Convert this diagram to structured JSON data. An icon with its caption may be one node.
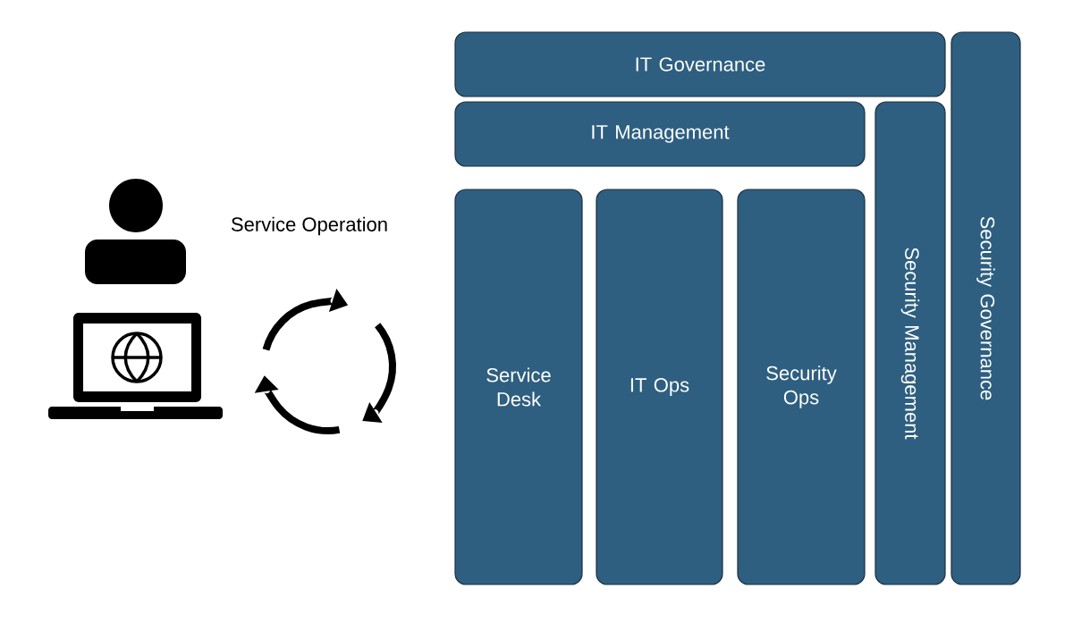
{
  "diagram": {
    "nodes": [
      {
        "text": [
          "IT Governance"
        ]
      },
      {
        "text": [
          "IT Management"
        ]
      },
      {
        "text": [
          "Service Desk"
        ]
      },
      {
        "text": [
          "IT Ops"
        ]
      },
      {
        "text": [
          "Security Ops"
        ]
      },
      {
        "text": [
          "Security Management"
        ]
      },
      {
        "text": [
          "Security Governance"
        ]
      }
    ],
    "labels": [
      "Service Operation"
    ]
  }
}
